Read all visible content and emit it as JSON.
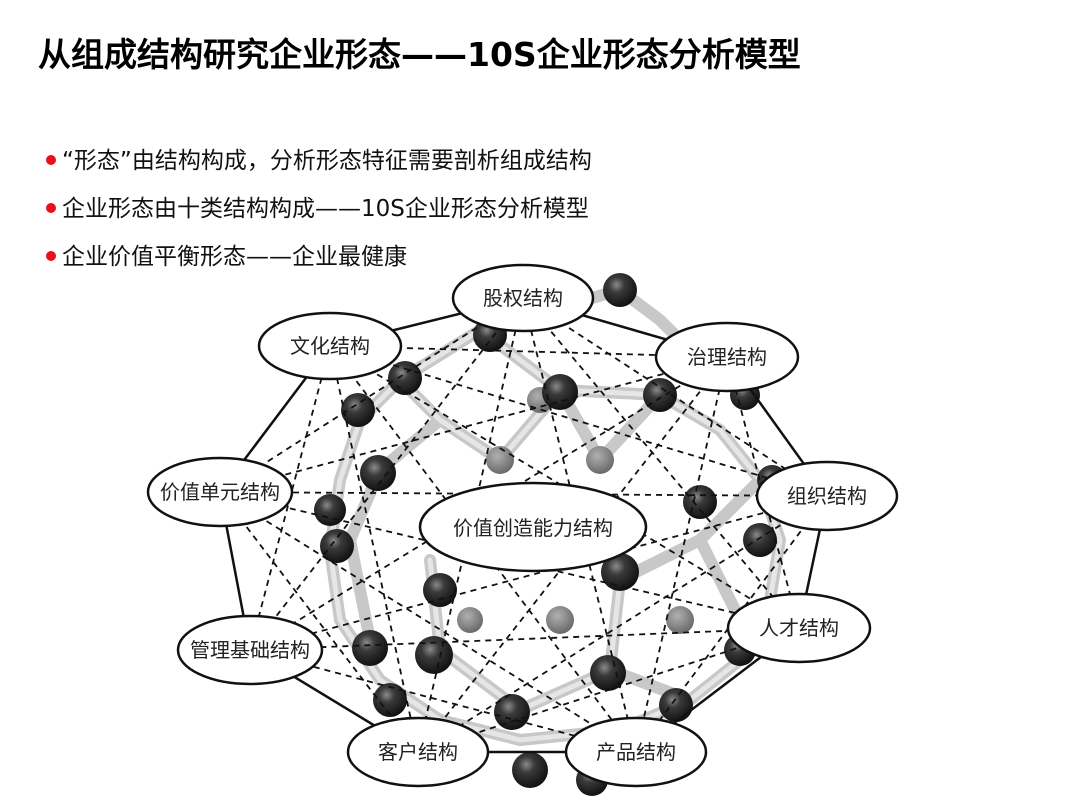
{
  "slide": {
    "title": "从组成结构研究企业形态——10S企业形态分析模型",
    "bullets": [
      {
        "text": "“形态”由结构构成，分析形态特征需要剖析组成结构"
      },
      {
        "text": "企业形态由十类结构构成——10S企业形态分析模型"
      },
      {
        "text": "企业价值平衡形态——企业最健康"
      }
    ],
    "bullet_color": "#e8101a"
  },
  "diagram": {
    "center": {
      "label": "价值创造能力结构"
    },
    "nodes": [
      {
        "id": "equity",
        "label": "股权结构"
      },
      {
        "id": "culture",
        "label": "文化结构"
      },
      {
        "id": "governance",
        "label": "治理结构"
      },
      {
        "id": "value-unit",
        "label": "价值单元结构"
      },
      {
        "id": "organization",
        "label": "组织结构"
      },
      {
        "id": "talent",
        "label": "人才结构"
      },
      {
        "id": "management-base",
        "label": "管理基础结构"
      },
      {
        "id": "customer",
        "label": "客户结构"
      },
      {
        "id": "product",
        "label": "产品结构"
      }
    ]
  }
}
